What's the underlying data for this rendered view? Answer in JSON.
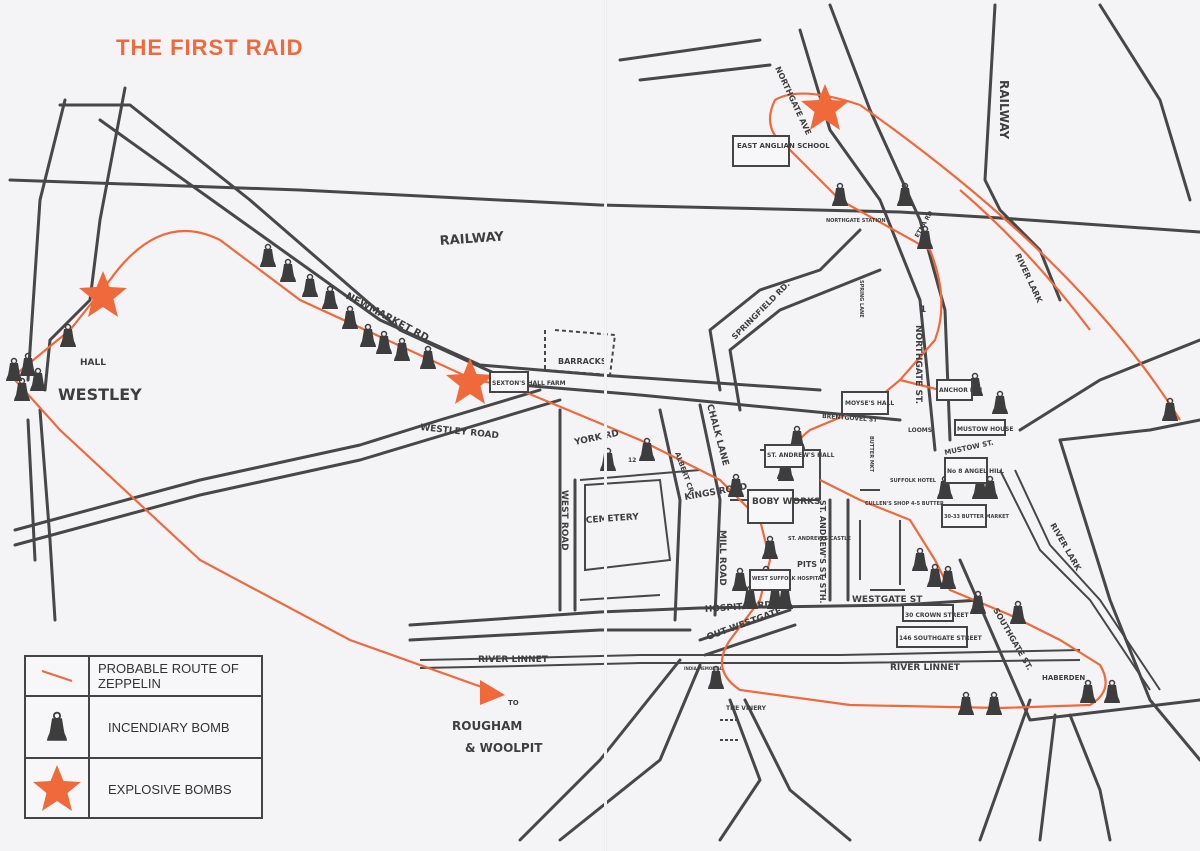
{
  "title": "THE FIRST RAID",
  "colors": {
    "route": "#f0693b",
    "ink": "#474747",
    "paper": "#f4f4f7"
  },
  "legend": {
    "route": "PROBABLE ROUTE OF ZEPPELIN",
    "incendiary": "INCENDIARY BOMB",
    "explosive": "EXPLOSIVE BOMBS"
  },
  "labels": {
    "railway_h": "RAILWAY",
    "railway_v": "RAILWAY",
    "newmarket_rd": "NEWMARKET RD",
    "westley": "WESTLEY",
    "hall": "HALL",
    "westley_road": "WESTLEY ROAD",
    "barracks": "BARRACKS",
    "sextons": "SEXTON'S HALL FARM",
    "york_rd": "YORK RD",
    "albert_cr": "ALBERT CR.",
    "springfield_rd": "SPRINGFIELD RD.",
    "chalk_lane": "CHALK LANE",
    "kings_road": "KINGS ROAD",
    "west_road": "WEST ROAD",
    "cemetery": "CEMETERY",
    "mill_road": "MILL ROAD",
    "boby_works": "BOBY WORKS",
    "st_andrews_hall": "ST. ANDREW'S HALL",
    "st_andrews_castle": "ST. ANDREW'S CASTLE",
    "pits": "PITS",
    "west_suffolk_hospital": "WEST SUFFOLK HOSPITAL",
    "hospital_rd": "HOSPITAL RD",
    "out_westgate": "OUT WESTGATE",
    "westgate_st": "WESTGATE ST",
    "st_andrews_st_sth": "ST. ANDREW'S ST. STH.",
    "moyses_hall": "MOYSE'S HALL",
    "brentgovel": "BRENTGOVEL ST",
    "looms": "LOOMS",
    "butter_mkt": "BUTTER MKT",
    "suffolk_hotel": "SUFFOLK HOTEL",
    "cullens": "CULLEN'S SHOP 4-5 BUTTER",
    "anchor_inn": "ANCHOR INN",
    "mustow_house": "MUSTOW HOUSE",
    "mustow_st": "MUSTOW ST.",
    "angel_hill": "No 8 ANGEL HILL",
    "butter_market": "30-33 BUTTER MARKET",
    "crown_street": "30 CROWN STREET",
    "southgate_street": "146 SOUTHGATE STREET",
    "southgate_st": "SOUTHGATE ST.",
    "river_linnet_w": "RIVER LINNET",
    "river_linnet_e": "RIVER LINNET",
    "river_lark_n": "RIVER LARK",
    "river_lark_s": "RIVER LARK",
    "haberden": "HABERDEN",
    "the_vinery": "THE VINERY",
    "memorial": "INDIA MEMORIAL",
    "northgate_st": "NORTHGATE ST.",
    "northgate_ave": "NORTHGATE AVE",
    "northgate_station": "NORTHGATE STATION",
    "east_anglian_school": "EAST ANGLIAN SCHOOL",
    "etna_rd": "ETNA RD",
    "spring_lane": "SPRING LANE",
    "to": "TO",
    "rougham": "ROUGHAM",
    "woolpit": "& WOOLPIT",
    "no12": "12",
    "no1": "1"
  }
}
